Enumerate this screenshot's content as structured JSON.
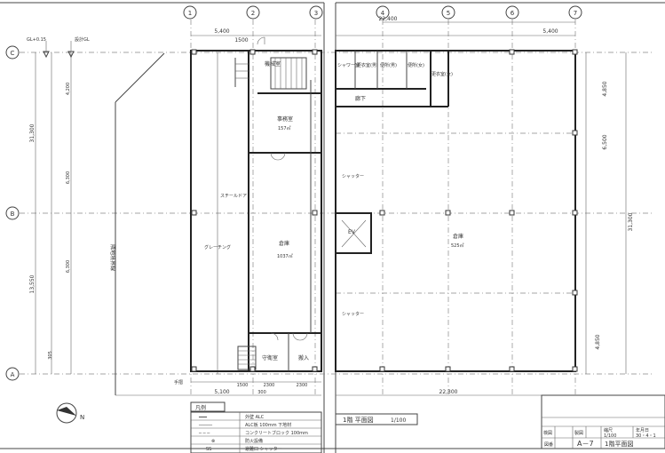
{
  "grid": {
    "columns": [
      "1",
      "2",
      "3",
      "4",
      "5",
      "6",
      "7"
    ],
    "rows": [
      "C",
      "B",
      "A"
    ]
  },
  "dimensions": {
    "top_left": "5,400",
    "top_right": "5,400",
    "top_overall": "22,400",
    "top_small": "1500",
    "bottom_overall": "22,300",
    "bottom_left": "5,100",
    "bottom_a": "1500",
    "bottom_b": "2300",
    "bottom_c": "2300",
    "bottom_d": "300",
    "right_1": "4,850",
    "right_2": "6,500",
    "right_overall": "31,300",
    "right_3": "4,850",
    "left_overall": "31,300",
    "left_1": "4,200",
    "left_2": "6,300",
    "left_3": "13,550",
    "left_4": "6,300",
    "left_5": "305"
  },
  "annotations": {
    "level_1": "GL+0.15",
    "level_2": "設計GL",
    "boundary": "隣地境界線",
    "stair_note": "手摺",
    "shutter": "シャッター",
    "door_left": "スチールドア",
    "grating": "グレーチング"
  },
  "rooms": {
    "machine": "機械室",
    "office": "事務室",
    "office_area": "157㎡",
    "warehouse_left": "倉庫",
    "warehouse_left_area": "1037㎡",
    "guard": "守衛室",
    "loading": "搬入",
    "corridor": "廊下",
    "shower": "シャワー室",
    "locker_m": "更衣室(男)",
    "wc_m": "便所(男)",
    "wc_f": "便所(女)",
    "locker_f": "更衣室(女)",
    "ev": "EV",
    "store": "倉庫",
    "store_area": "525㎡"
  },
  "legend": {
    "title": "凡例",
    "items": [
      {
        "symbol": "━━━",
        "text": "外壁 ALC"
      },
      {
        "symbol": "─────",
        "text": "ALC板 100mm 下地材"
      },
      {
        "symbol": "─ ─ ─",
        "text": "コンクリートブロック 100mm"
      },
      {
        "symbol": "⊗",
        "text": "防火設備"
      },
      {
        "symbol": "SS",
        "text": "避難口 シャッター"
      }
    ]
  },
  "drawing_label": {
    "title": "1階 平面図",
    "scale": "1/100"
  },
  "title_block": {
    "check_label": "検図",
    "design_label": "製図",
    "scale_label": "縮尺",
    "scale_value": "1/100",
    "date_label": "年月日",
    "date_value": "30・4・1",
    "no_label": "図番",
    "no_value": "A－7",
    "name_value": "1階平面図"
  },
  "north_label": "N"
}
